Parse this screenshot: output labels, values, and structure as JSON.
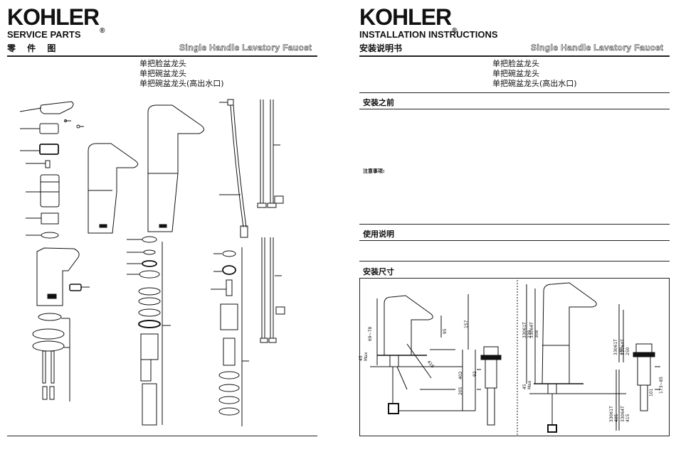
{
  "left": {
    "brand": "KOHLER",
    "reg_mark": "®",
    "subtitle": "SERVICE PARTS",
    "cn_title": "零 件 图",
    "product_en": "Single Handle Lavatory Faucet",
    "product_names": [
      "单把脸盆龙头",
      "单把碗盆龙头",
      "单把碗盆龙头(高出水口)"
    ]
  },
  "right": {
    "brand": "KOHLER",
    "reg_mark": "®",
    "subtitle": "INSTALLATION INSTRUCTIONS",
    "cn_title": "安装说明书",
    "product_en": "Single Handle Lavatory Faucet",
    "product_names": [
      "单把脸盆龙头",
      "单把碗盆龙头",
      "单把碗盆龙头(高出水口)"
    ],
    "sections": {
      "before": "安装之前",
      "usage": "使用说明",
      "dimensions": "安装尺寸"
    },
    "caution_label": "注意事项:"
  },
  "dimensions": {
    "left_drawing": [
      "45 Max",
      "69~78",
      "95",
      "157",
      "92",
      "402",
      "205",
      "416"
    ],
    "right_drawing": [
      "45 Max",
      "33061T 239",
      "33064T 308",
      "33061T 180",
      "33064T 250",
      "33061T 485",
      "33064T 415",
      "101",
      "173~85"
    ]
  },
  "colors": {
    "ink": "#111111",
    "rule": "#222222",
    "white": "#ffffff"
  }
}
